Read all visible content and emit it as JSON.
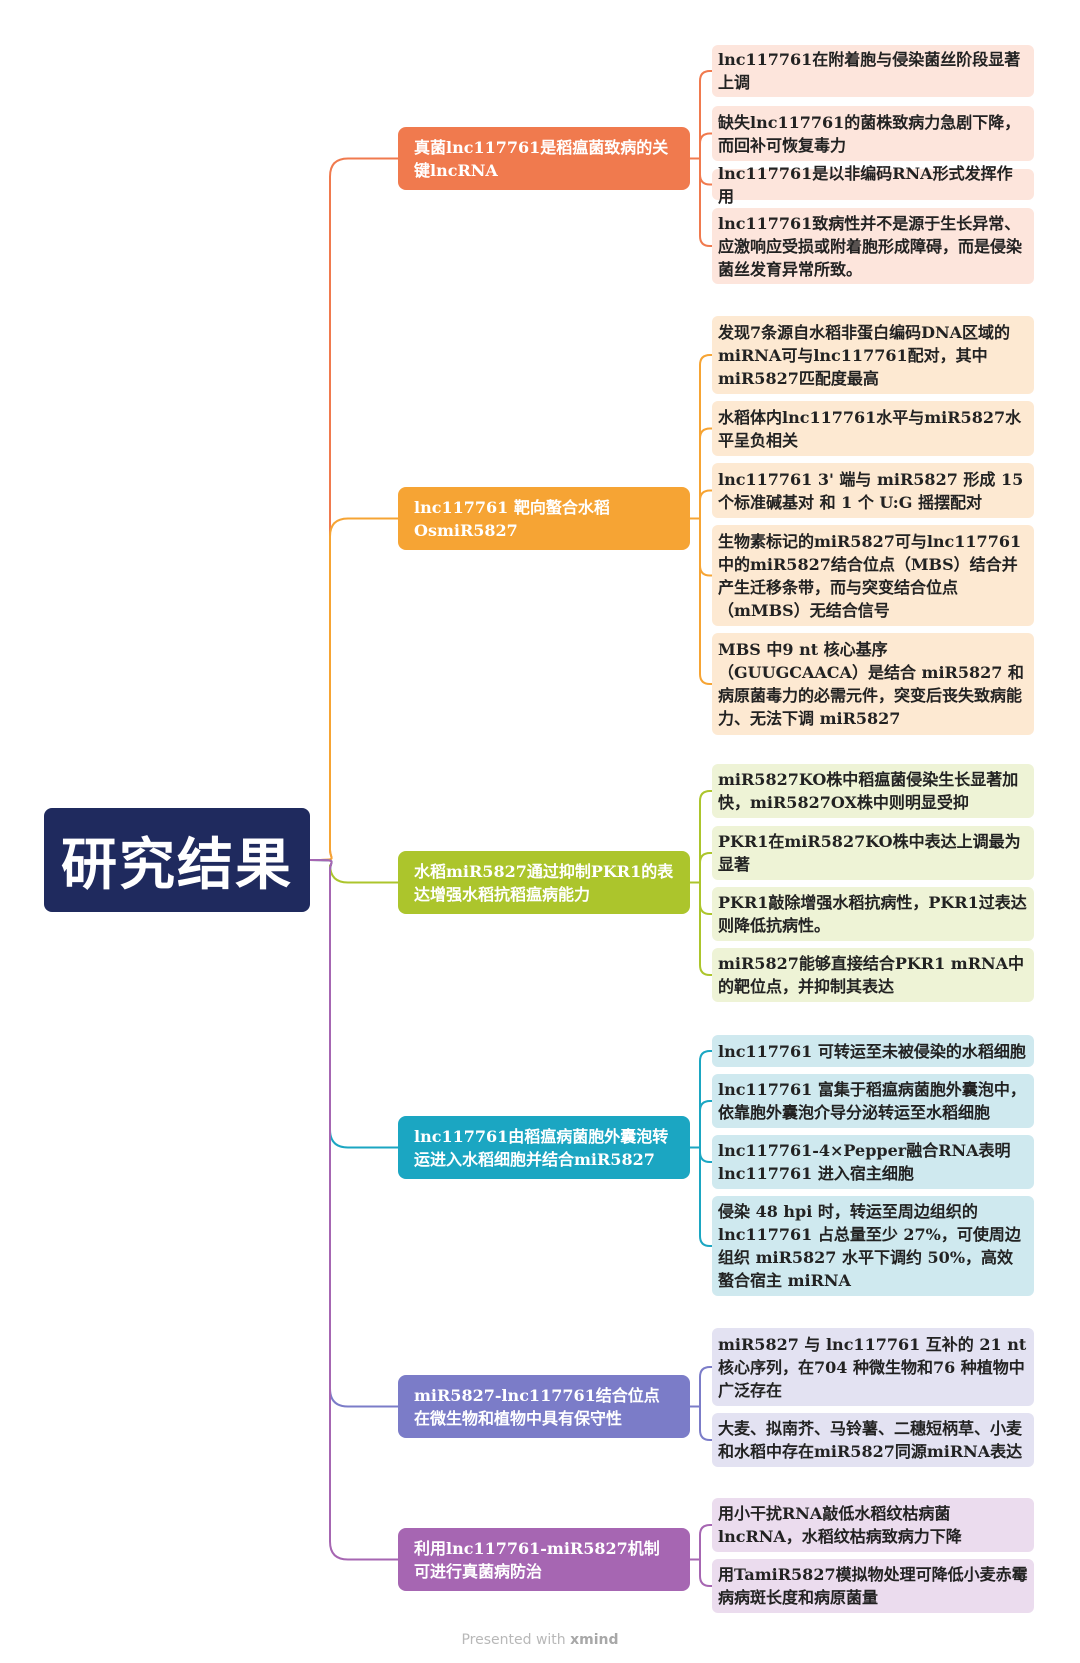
{
  "root": {
    "label": "研究结果",
    "color": "#1f2a5e"
  },
  "branches": [
    {
      "label": "真菌lnc117761是稻瘟菌致病的关键lncRNA",
      "color": "#f07a4e",
      "leaf_bg": "#fde5dc",
      "leaves": [
        "lnc117761在附着胞与侵染菌丝阶段显著上调",
        "缺失lnc117761的菌株致病力急剧下降，而回补可恢复毒力",
        "lnc117761是以非编码RNA形式发挥作用",
        "lnc117761致病性并不是源于生长异常、应激响应受损或附着胞形成障碍，而是侵染菌丝发育异常所致。"
      ]
    },
    {
      "label": "lnc117761 靶向螯合水稻OsmiR5827",
      "color": "#f6a434",
      "leaf_bg": "#fde9d2",
      "leaves": [
        "发现7条源自水稻非蛋白编码DNA区域的miRNA可与lnc117761配对，其中miR5827匹配度最高",
        "水稻体内lnc117761水平与miR5827水平呈负相关",
        "lnc117761 3' 端与 miR5827 形成 15 个标准碱基对 和 1 个 U:G 摇摆配对",
        "生物素标记的miR5827可与lnc117761中的miR5827结合位点（MBS）结合并产生迁移条带，而与突变结合位点（mMBS）无结合信号",
        "MBS 中9 nt 核心基序（GUUGCAACA）是结合 miR5827 和病原菌毒力的必需元件，突变后丧失致病能力、无法下调 miR5827"
      ]
    },
    {
      "label": "水稻miR5827通过抑制PKR1的表达增强水稻抗稻瘟病能力",
      "color": "#acc52c",
      "leaf_bg": "#eef3d6",
      "leaves": [
        "miR5827KO株中稻瘟菌侵染生长显著加快，miR5827OX株中则明显受抑",
        "PKR1在miR5827KO株中表达上调最为显著",
        "PKR1敲除增强水稻抗病性，PKR1过表达则降低抗病性。",
        "miR5827能够直接结合PKR1 mRNA中的靶位点，并抑制其表达"
      ]
    },
    {
      "label": "lnc117761由稻瘟病菌胞外囊泡转运进入水稻细胞并结合miR5827",
      "color": "#1ba6c2",
      "leaf_bg": "#cfe9ef",
      "leaves": [
        "lnc117761 可转运至未被侵染的水稻细胞",
        "lnc117761 富集于稻瘟病菌胞外囊泡中，依靠胞外囊泡介导分泌转运至水稻细胞",
        "lnc117761-4×Pepper融合RNA表明 lnc117761 进入宿主细胞",
        "侵染 48 hpi 时，转运至周边组织的 lnc117761 占总量至少 27%，可使周边组织 miR5827 水平下调约 50%，高效螯合宿主 miRNA"
      ]
    },
    {
      "label": "miR5827-lnc117761结合位点在微生物和植物中具有保守性",
      "color": "#7b7cc8",
      "leaf_bg": "#e3e2f2",
      "leaves": [
        "miR5827 与 lnc117761 互补的 21 nt 核心序列，在704 种微生物和76 种植物中广泛存在",
        "大麦、拟南芥、马铃薯、二穗短柄草、小麦和水稻中存在miR5827同源miRNA表达"
      ]
    },
    {
      "label": "利用lnc117761-miR5827机制可进行真菌病防治",
      "color": "#a666b2",
      "leaf_bg": "#ebdcee",
      "leaves": [
        "用小干扰RNA敲低水稻纹枯病菌lncRNA，水稻纹枯病致病力下降",
        "用TamiR5827模拟物处理可降低小麦赤霉病病斑长度和病原菌量"
      ]
    }
  ],
  "footer": {
    "prefix": "Presented with",
    "brand": "xmind"
  }
}
